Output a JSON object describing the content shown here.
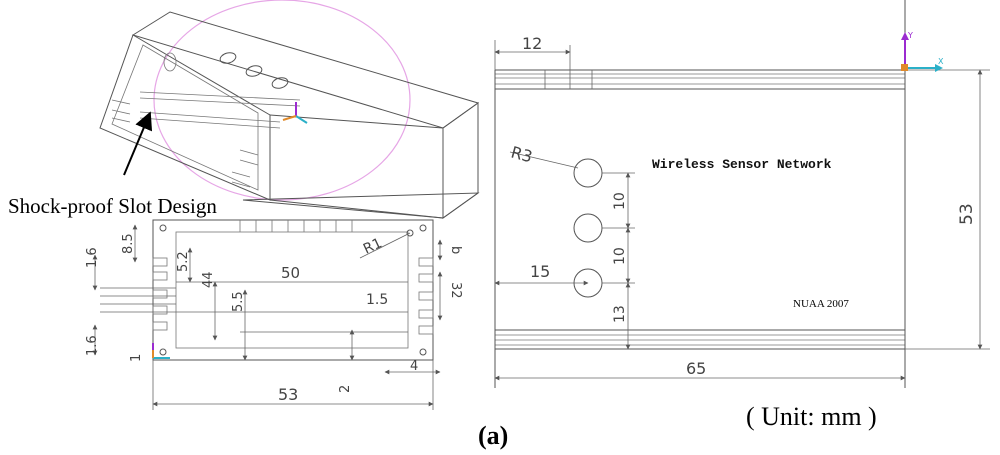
{
  "caption": "(a)",
  "unit_note": "( Unit: mm )",
  "iso_view": {
    "annotation": "Shock-proof Slot Design"
  },
  "front_view": {
    "dims": {
      "width": "53",
      "inner_width": "50",
      "left_top": "8.5",
      "left_a": "1.6",
      "left_b": "1.6",
      "left_c": "1",
      "h1": "5.2",
      "h2": "44",
      "h3": "5.5",
      "slot": "1.5",
      "radius": "R1",
      "bottom_small": "2",
      "right_small": "4",
      "right_top": "b",
      "right_mid": "32"
    }
  },
  "side_view": {
    "title_text": "Wireless Sensor Network",
    "footer_text": "NUAA 2007",
    "dims": {
      "top_len": "12",
      "radius": "R3",
      "offset": "15",
      "gap1": "10",
      "gap2": "10",
      "bottom": "13",
      "height": "53",
      "length": "65"
    },
    "axis_labels": {
      "y": "Y",
      "x": "X"
    }
  }
}
